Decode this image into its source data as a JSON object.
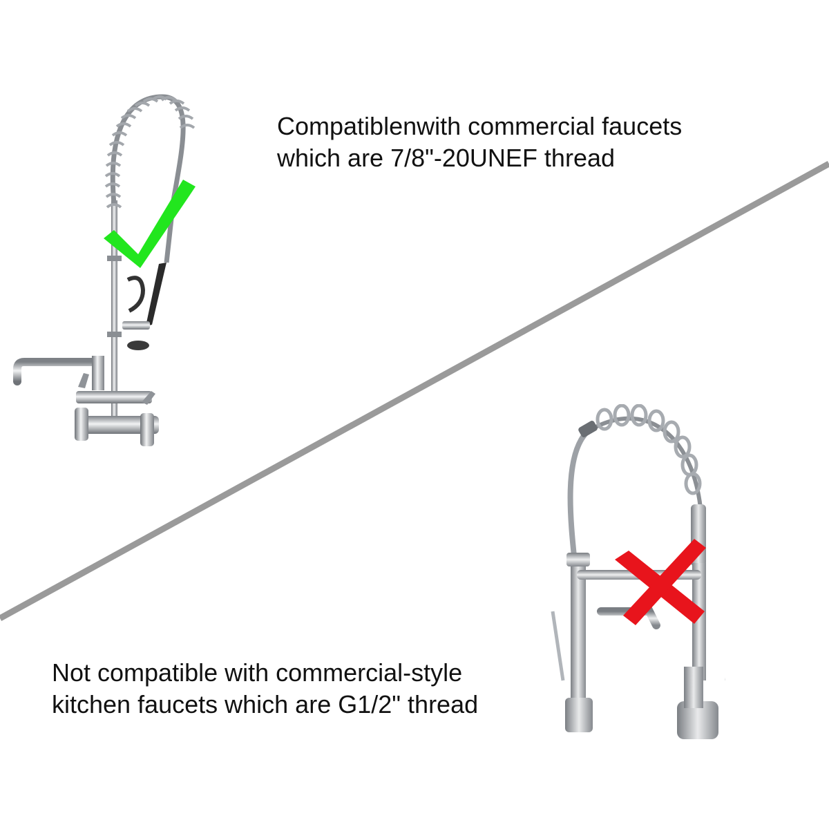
{
  "top_caption": {
    "line1": "Compatiblenwith commercial faucets",
    "line2": "which are 7/8\"-20UNEF thread"
  },
  "bottom_caption": {
    "line1": "Not compatible with commercial-style",
    "line2": "kitchen faucets which are G1/2\" thread"
  },
  "colors": {
    "divider": "#9a9a9a",
    "check": "#22e61e",
    "cross": "#e8141c",
    "chrome": "#b9bcc0",
    "chrome_dark": "#6f7378",
    "text": "#111111"
  },
  "icons": {
    "compatible": "check-mark-icon",
    "incompatible": "cross-mark-icon"
  }
}
